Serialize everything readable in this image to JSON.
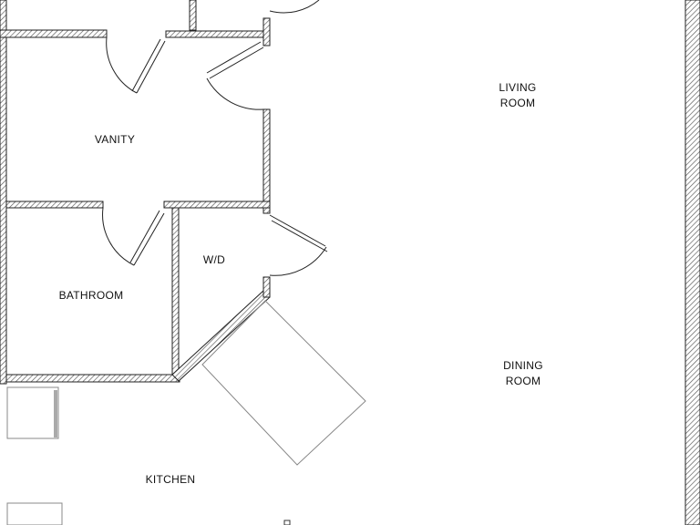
{
  "rooms": {
    "vanity": "VANITY",
    "living_line1": "LIVING",
    "living_line2": "ROOM",
    "wd": "W/D",
    "bathroom": "BATHROOM",
    "dining_line1": "DINING",
    "dining_line2": "ROOM",
    "kitchen": "KITCHEN"
  },
  "colors": {
    "wall_hatch": "#555555",
    "line": "#222222",
    "fixture": "#888888",
    "background": "#ffffff"
  }
}
